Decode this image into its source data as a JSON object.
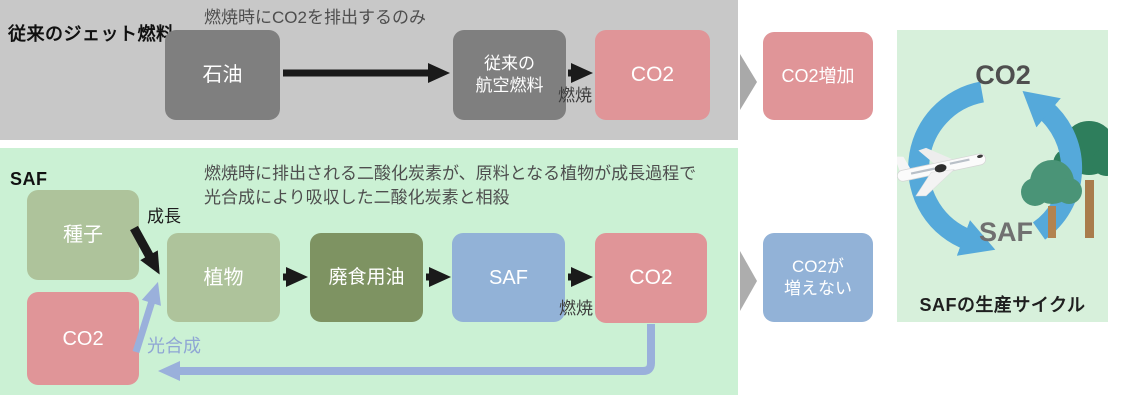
{
  "conventional": {
    "title": "従来のジェット燃料",
    "note": "燃焼時にCO2を排出するのみ",
    "oil": "石油",
    "fuel_line1": "従来の",
    "fuel_line2": "航空燃料",
    "combustion": "燃焼",
    "co2": "CO2",
    "result": "CO2増加"
  },
  "saf": {
    "title": "SAF",
    "note_line1": "燃焼時に排出される二酸化炭素が、原料となる植物が成長過程で",
    "note_line2": "光合成により吸収した二酸化炭素と相殺",
    "seed": "種子",
    "growth": "成長",
    "co2_absorbed": "CO2",
    "plant": "植物",
    "waste_oil": "廃食用油",
    "saf_fuel": "SAF",
    "combustion": "燃焼",
    "co2_emitted": "CO2",
    "photosynthesis": "光合成",
    "result_line1": "CO2が",
    "result_line2": "増えない"
  },
  "cycle": {
    "co2": "CO2",
    "saf": "SAF",
    "caption": "SAFの生産サイクル"
  },
  "colors": {
    "panel_gray": "#c8c8c8",
    "panel_green": "#cbf1d4",
    "cycle_panel_green": "#d7f0db",
    "box_gray": "#7f7f7f",
    "box_pink": "#e09598",
    "box_sage": "#aec39b",
    "box_olive": "#7e9362",
    "box_blue": "#92b2d7",
    "arrow_black": "#1a1a1a",
    "arrow_periwinkle": "#9ab0db",
    "cycle_arrow_blue": "#55a9da",
    "chevron_gray": "#a9a9a9"
  }
}
